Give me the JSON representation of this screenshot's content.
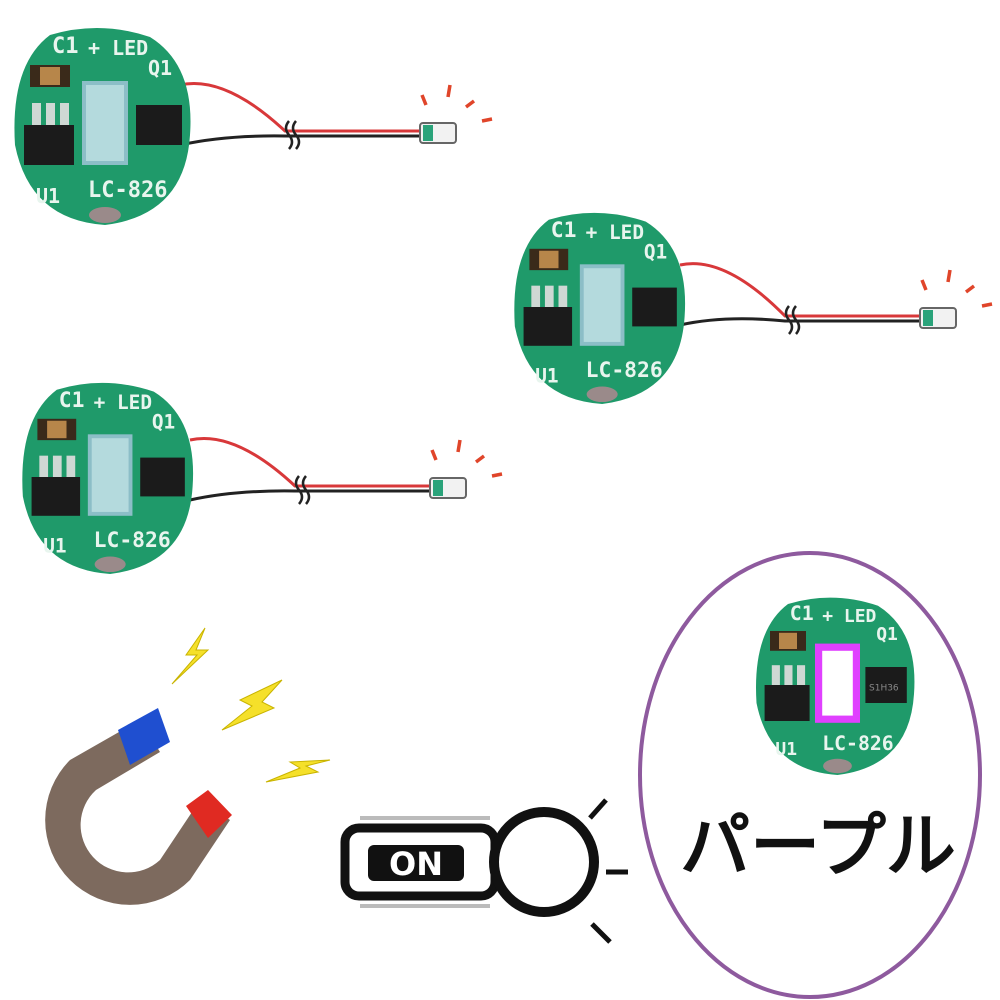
{
  "board": {
    "cap_label": "C1",
    "led_label": "+ LED",
    "transistor_label": "Q1",
    "ic_label": "U1",
    "model": "LC-826",
    "transistor_marking": "S1H36"
  },
  "switch": {
    "label": "ON"
  },
  "color_label": "パープル",
  "colors": {
    "pcb": "#1f9a6a",
    "wire_red": "#d8383a",
    "wire_black": "#222222",
    "led_glow": "#e040ff",
    "ellipse": "#8e5a9e",
    "bolt": "#f5e02a",
    "magnet_body": "#7d6a5e",
    "magnet_blue": "#1f4fd0",
    "magnet_red": "#e02a22"
  }
}
